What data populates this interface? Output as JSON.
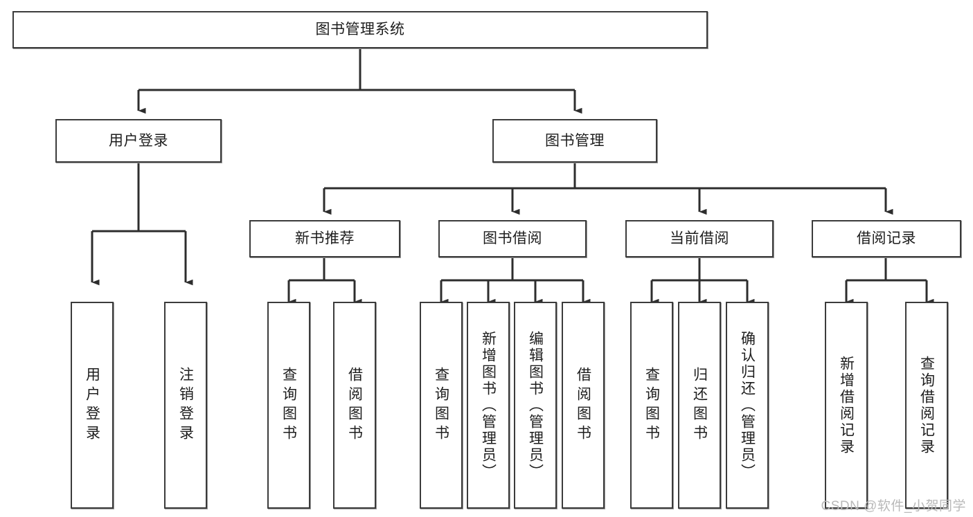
{
  "diagram": {
    "title": "图书管理系统",
    "type": "tree-hierarchy",
    "root": {
      "label": "图书管理系统"
    },
    "level2": [
      {
        "label": "用户登录"
      },
      {
        "label": "图书管理"
      }
    ],
    "level3": [
      {
        "label": "新书推荐"
      },
      {
        "label": "图书借阅"
      },
      {
        "label": "当前借阅"
      },
      {
        "label": "借阅记录"
      }
    ],
    "leaves": {
      "user_login": [
        {
          "label": "用户登录"
        },
        {
          "label": "注销登录"
        }
      ],
      "new_book_recommend": [
        {
          "label": "查询图书"
        },
        {
          "label": "借阅图书"
        }
      ],
      "book_borrow": [
        {
          "label": "查询图书"
        },
        {
          "label": "新增图书（管理员）"
        },
        {
          "label": "编辑图书（管理员）"
        },
        {
          "label": "借阅图书"
        }
      ],
      "current_borrow": [
        {
          "label": "查询图书"
        },
        {
          "label": "归还图书"
        },
        {
          "label": "确认归还（管理员）"
        }
      ],
      "borrow_record": [
        {
          "label": "新增借阅记录"
        },
        {
          "label": "查询借阅记录"
        }
      ]
    }
  },
  "watermark": {
    "text": "CSDN @软件_小贺同学"
  },
  "colors": {
    "border": "#3b3b3b",
    "shadow": "#9a9a9a",
    "text": "#1d1d1d",
    "background": "#ffffff",
    "watermark": "#b9b9b9"
  }
}
